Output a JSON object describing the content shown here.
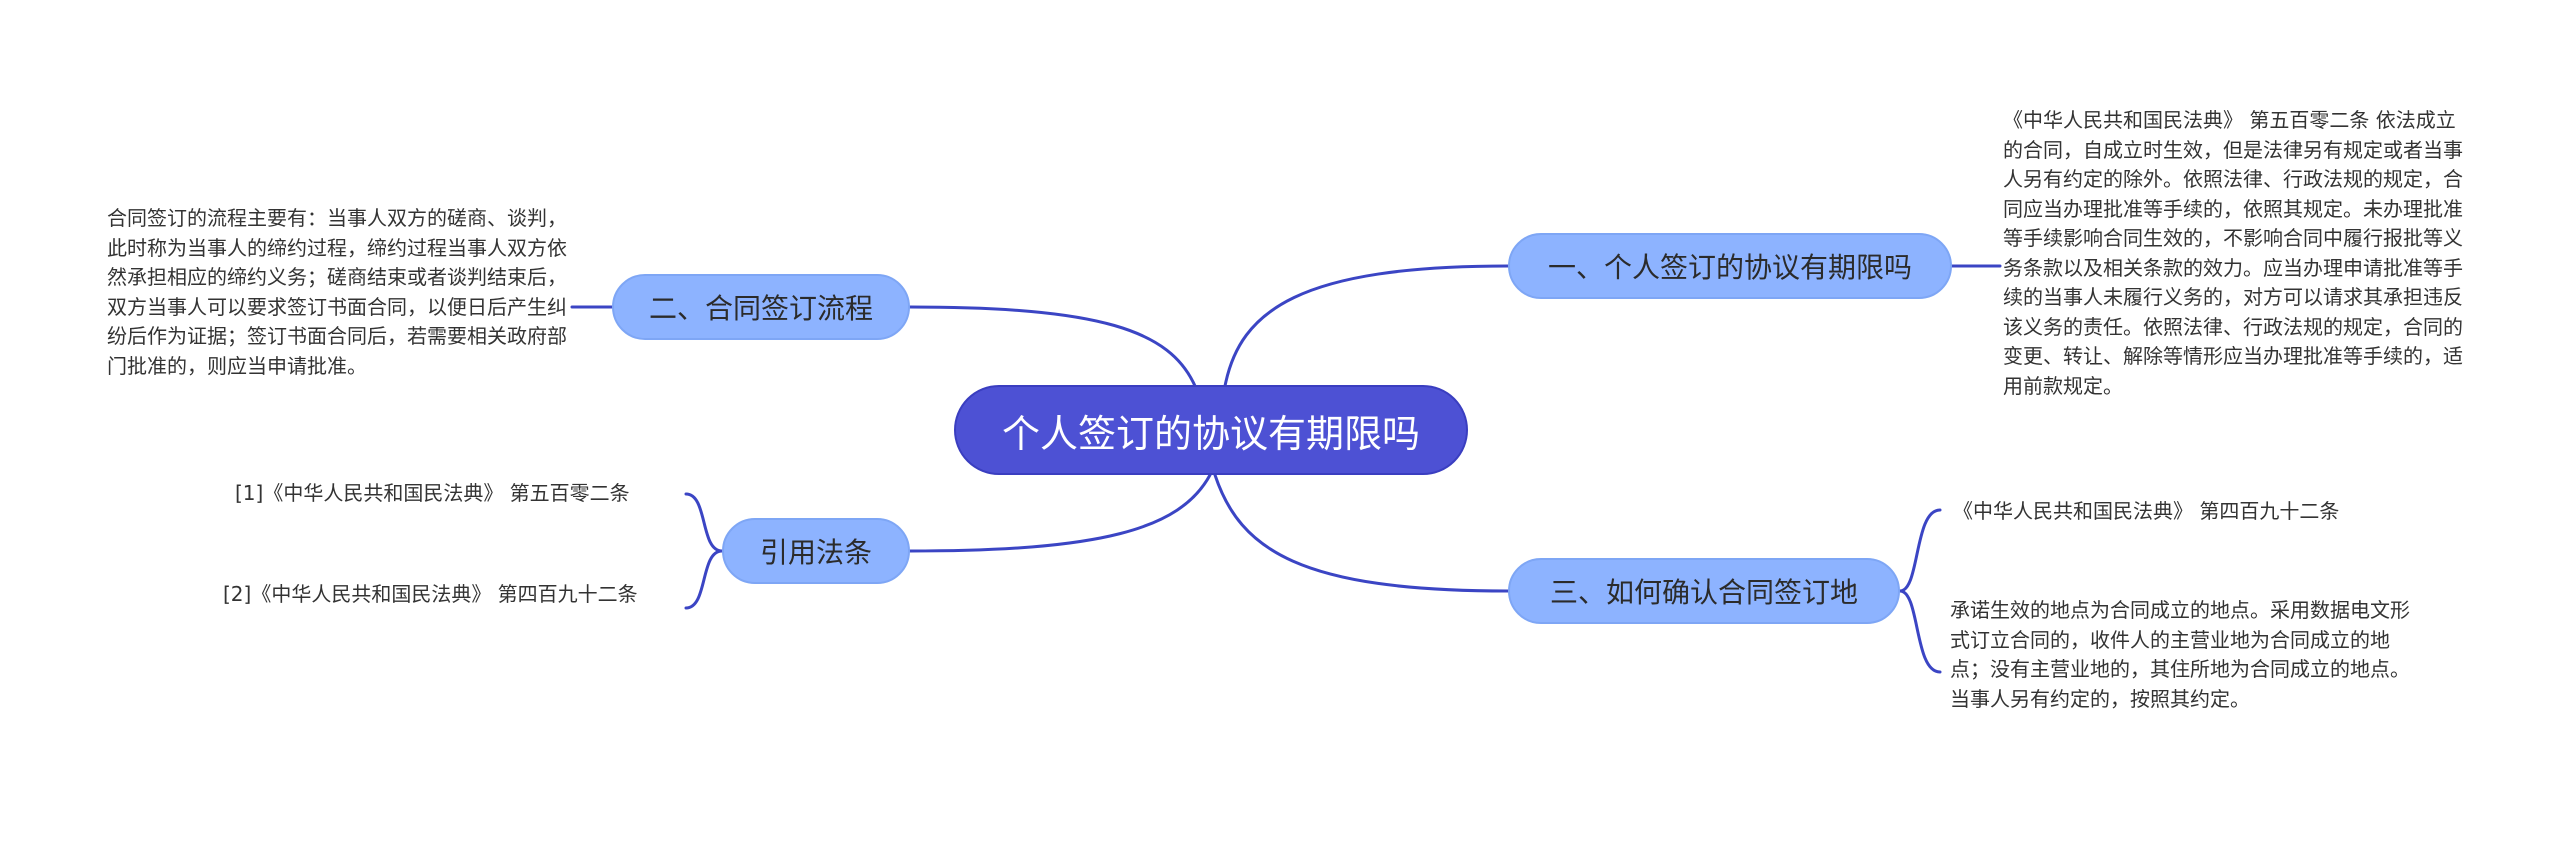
{
  "root": {
    "label": "个人签订的协议有期限吗"
  },
  "branches": [
    {
      "label": "一、个人签订的协议有期限吗",
      "leaves": [
        "《中华人民共和国民法典》 第五百零二条 依法成立的合同，自成立时生效，但是法律另有规定或者当事人另有约定的除外。依照法律、行政法规的规定，合同应当办理批准等手续的，依照其规定。未办理批准等手续影响合同生效的，不影响合同中履行报批等义务条款以及相关条款的效力。应当办理申请批准等手续的当事人未履行义务的，对方可以请求其承担违反该义务的责任。依照法律、行政法规的规定，合同的变更、转让、解除等情形应当办理批准等手续的，适用前款规定。"
      ]
    },
    {
      "label": "二、合同签订流程",
      "leaves": [
        "合同签订的流程主要有：当事人双方的磋商、谈判，此时称为当事人的缔约过程，缔约过程当事人双方依然承担相应的缔约义务；磋商结束或者谈判结束后，双方当事人可以要求签订书面合同，以便日后产生纠纷后作为证据；签订书面合同后，若需要相关政府部门批准的，则应当申请批准。"
      ]
    },
    {
      "label": "引用法条",
      "leaves": [
        "[1]《中华人民共和国民法典》 第五百零二条",
        "[2]《中华人民共和国民法典》 第四百九十二条"
      ]
    },
    {
      "label": "三、如何确认合同签订地",
      "leaves": [
        "《中华人民共和国民法典》 第四百九十二条",
        "承诺生效的地点为合同成立的地点。采用数据电文形式订立合同的，收件人的主营业地为合同成立的地点；没有主营业地的，其住所地为合同成立的地点。当事人另有约定的，按照其约定。"
      ]
    }
  ],
  "colors": {
    "root_fill": "#4d51d4",
    "branch_fill": "#8db3ff",
    "connector": "#3b45c4",
    "text": "#333333"
  }
}
